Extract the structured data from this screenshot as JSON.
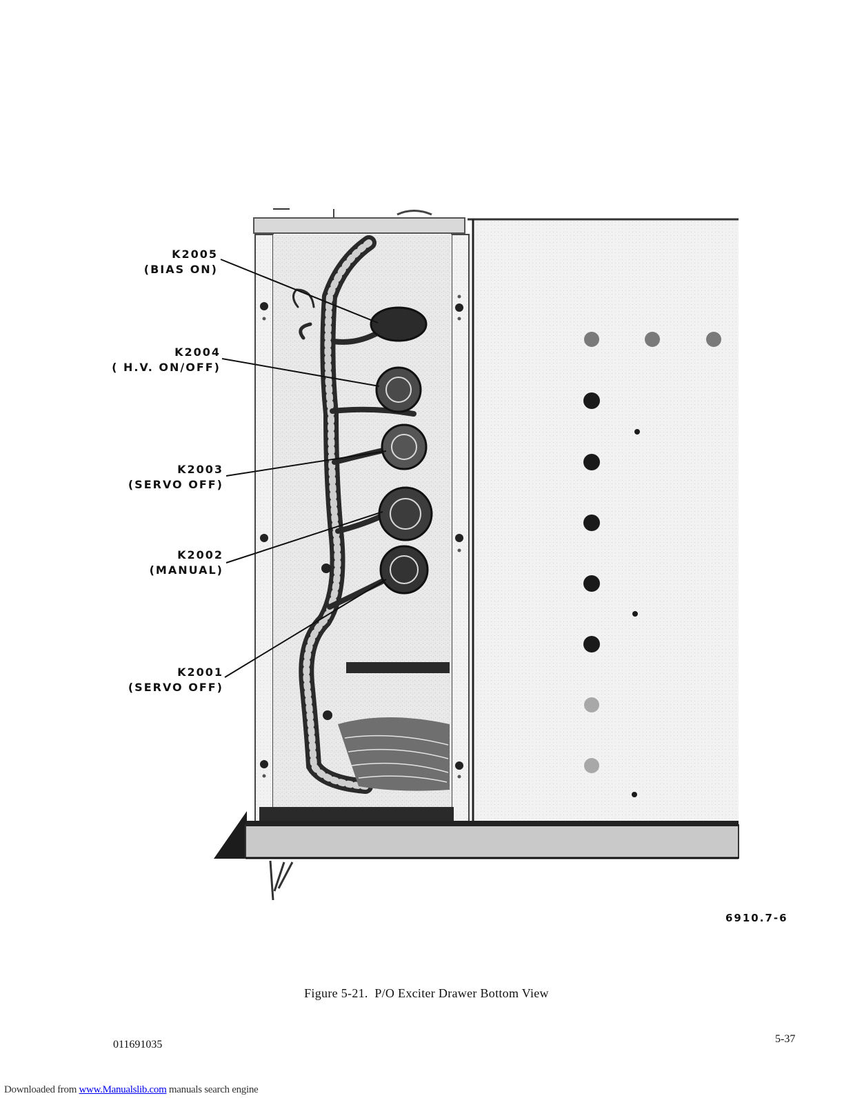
{
  "callouts": [
    {
      "id": "K2005",
      "line1": "K2005",
      "line2": "(BIAS ON)"
    },
    {
      "id": "K2004",
      "line1": "K2004",
      "line2": "( H.V. ON/OFF)"
    },
    {
      "id": "K2003",
      "line1": "K2003",
      "line2": "(SERVO OFF)"
    },
    {
      "id": "K2002",
      "line1": "K2002",
      "line2": "(MANUAL)"
    },
    {
      "id": "K2001",
      "line1": "K2001",
      "line2": "(SERVO OFF)"
    }
  ],
  "figure_number": "6910.7-6",
  "caption": "Figure 5-21.  P/O Exciter Drawer Bottom View",
  "doc_number": "011691035",
  "page_number": "5-37",
  "footer": {
    "prefix": "Downloaded from ",
    "link_text": "www.Manualslib.com",
    "suffix": " manuals search engine"
  }
}
